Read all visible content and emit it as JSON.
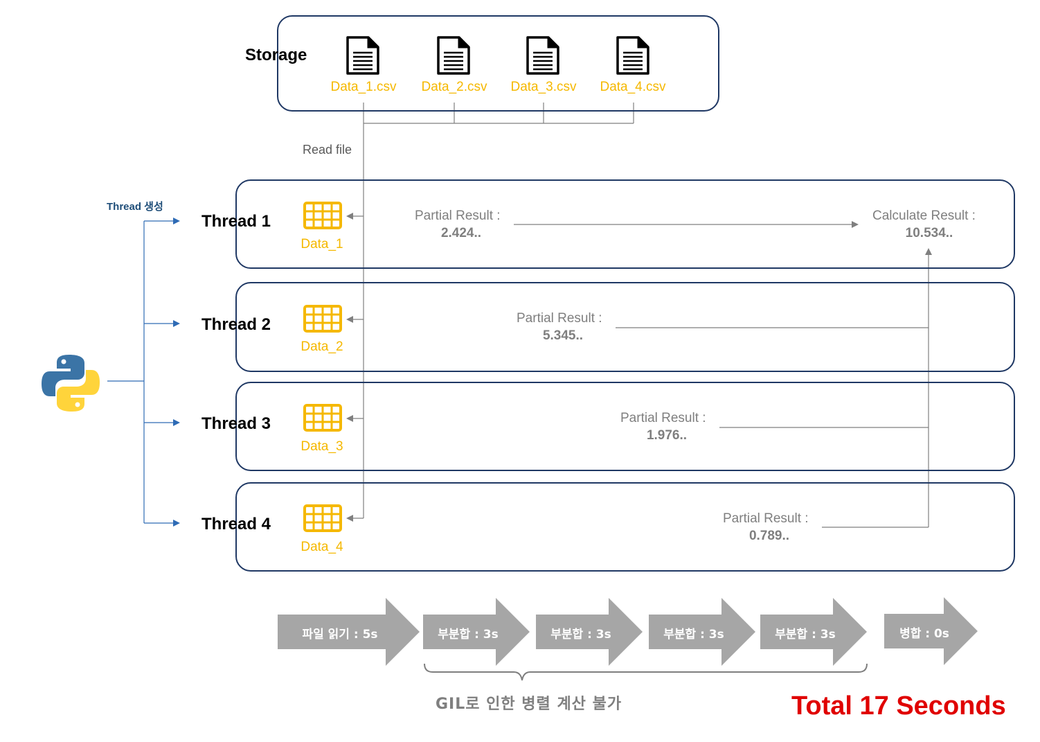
{
  "storage": {
    "label": "Storage",
    "files": [
      {
        "name": "Data_1.csv",
        "icon": "document-icon"
      },
      {
        "name": "Data_2.csv",
        "icon": "document-icon"
      },
      {
        "name": "Data_3.csv",
        "icon": "document-icon"
      },
      {
        "name": "Data_4.csv",
        "icon": "document-icon"
      }
    ]
  },
  "read_file_label": "Read file",
  "thread_create_label": "Thread 생성",
  "python_icon": "python-logo-icon",
  "threads": [
    {
      "label": "Thread 1",
      "data": "Data_1",
      "partial_title": "Partial Result :",
      "partial_value": "2.424.."
    },
    {
      "label": "Thread 2",
      "data": "Data_2",
      "partial_title": "Partial Result :",
      "partial_value": "5.345.."
    },
    {
      "label": "Thread 3",
      "data": "Data_3",
      "partial_title": "Partial Result :",
      "partial_value": "1.976.."
    },
    {
      "label": "Thread 4",
      "data": "Data_4",
      "partial_title": "Partial Result :",
      "partial_value": "0.789.."
    }
  ],
  "calculate_result": {
    "title": "Calculate Result :",
    "value": "10.534.."
  },
  "timeline": {
    "steps": [
      "파일 읽기 : 5s",
      "부분합 : 3s",
      "부분합 : 3s",
      "부분합 : 3s",
      "부분합 : 3s",
      "병합 : 0s"
    ],
    "gil_note": "GIL로 인한 병렬 계산 불가",
    "total": "Total 17 Seconds"
  },
  "colors": {
    "box_border": "#1f3864",
    "accent_yellow": "#f5b800",
    "python_blue": "#3b74a6",
    "python_yellow": "#ffd43b",
    "arrow_gray": "#a6a6a6",
    "connector_blue": "#2e6bb5",
    "total_red": "#e00000"
  }
}
